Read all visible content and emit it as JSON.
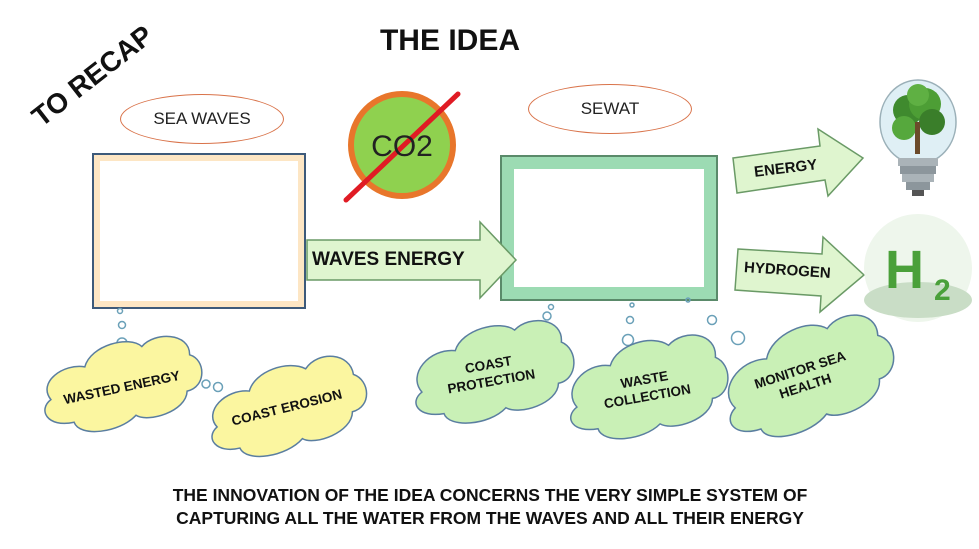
{
  "title": "THE IDEA",
  "recap": "TO RECAP",
  "sea_waves_label": "SEA WAVES",
  "sewat_label": "SEWAT",
  "co2_label": "CO2",
  "arrows": {
    "waves_energy": "WAVES ENERGY",
    "energy": "ENERGY",
    "hydrogen": "HYDROGEN"
  },
  "clouds": {
    "wasted_energy": "WASTED ENERGY",
    "coast_erosion": "COAST EROSION",
    "coast_protection": [
      "COAST",
      "PROTECTION"
    ],
    "waste_collection": [
      "WASTE",
      "COLLECTION"
    ],
    "monitor_sea_health": [
      "MONITOR SEA",
      "HEALTH"
    ]
  },
  "h2_label": "H2",
  "bottom_text": [
    "THE INNOVATION OF THE IDEA CONCERNS THE VERY SIMPLE SYSTEM OF",
    "CAPTURING ALL THE WATER FROM THE WAVES AND ALL THEIR ENERGY"
  ],
  "colors": {
    "yellow_cloud": "#fbf6a0",
    "green_cloud": "#c9f0b6",
    "arrow_green": "#dff5cf",
    "co2_circle": "#8fd14f",
    "co2_ring": "#e8762b",
    "strike": "#e01b24"
  }
}
